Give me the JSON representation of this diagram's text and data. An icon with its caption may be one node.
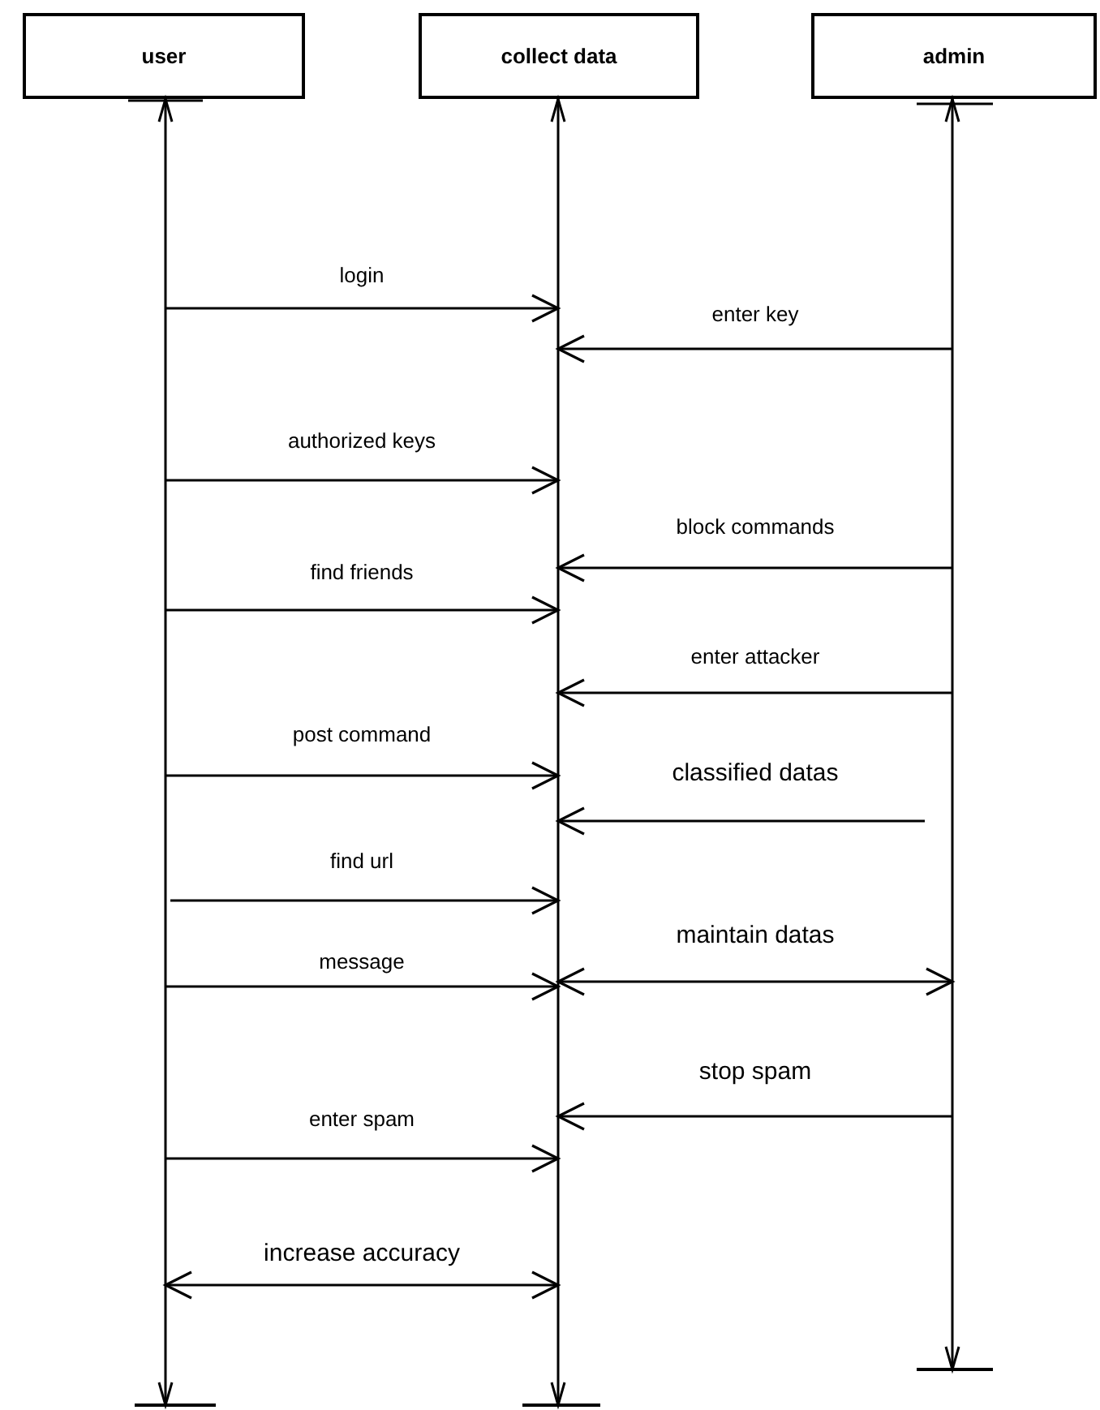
{
  "diagram": {
    "nodes": [
      {
        "text": [
          "user"
        ]
      },
      {
        "text": [
          "collect data"
        ]
      },
      {
        "text": [
          "admin"
        ]
      },
      {
        "text": [],
        "shape": "line"
      },
      {
        "text": [],
        "shape": "line"
      },
      {
        "text": [],
        "shape": "line"
      }
    ],
    "edges": [
      {
        "from": 3,
        "to": 4,
        "label": "login",
        "arrow": "to"
      },
      {
        "from": 5,
        "to": 4,
        "label": "enter key",
        "arrow": "to"
      },
      {
        "from": 3,
        "to": 4,
        "label": "authorized keys",
        "arrow": "to"
      },
      {
        "from": 5,
        "to": 4,
        "label": "block commands",
        "arrow": "to"
      },
      {
        "from": 3,
        "to": 4,
        "label": "find friends",
        "arrow": "to"
      },
      {
        "from": 5,
        "to": 4,
        "label": "enter attacker",
        "arrow": "to"
      },
      {
        "from": 3,
        "to": 4,
        "label": "post command",
        "arrow": "to"
      },
      {
        "from": 5,
        "to": 4,
        "label": "classified datas",
        "arrow": "to"
      },
      {
        "from": 3,
        "to": 4,
        "label": "find url",
        "arrow": "to"
      },
      {
        "from": 3,
        "to": 4,
        "label": "message",
        "arrow": "to"
      },
      {
        "from": 4,
        "to": 5,
        "label": "maintain datas",
        "arrow": "both"
      },
      {
        "from": 5,
        "to": 4,
        "label": "stop spam",
        "arrow": "to"
      },
      {
        "from": 3,
        "to": 4,
        "label": "enter spam",
        "arrow": "to"
      },
      {
        "from": 3,
        "to": 4,
        "label": "increase accuracy",
        "arrow": "both"
      }
    ]
  }
}
